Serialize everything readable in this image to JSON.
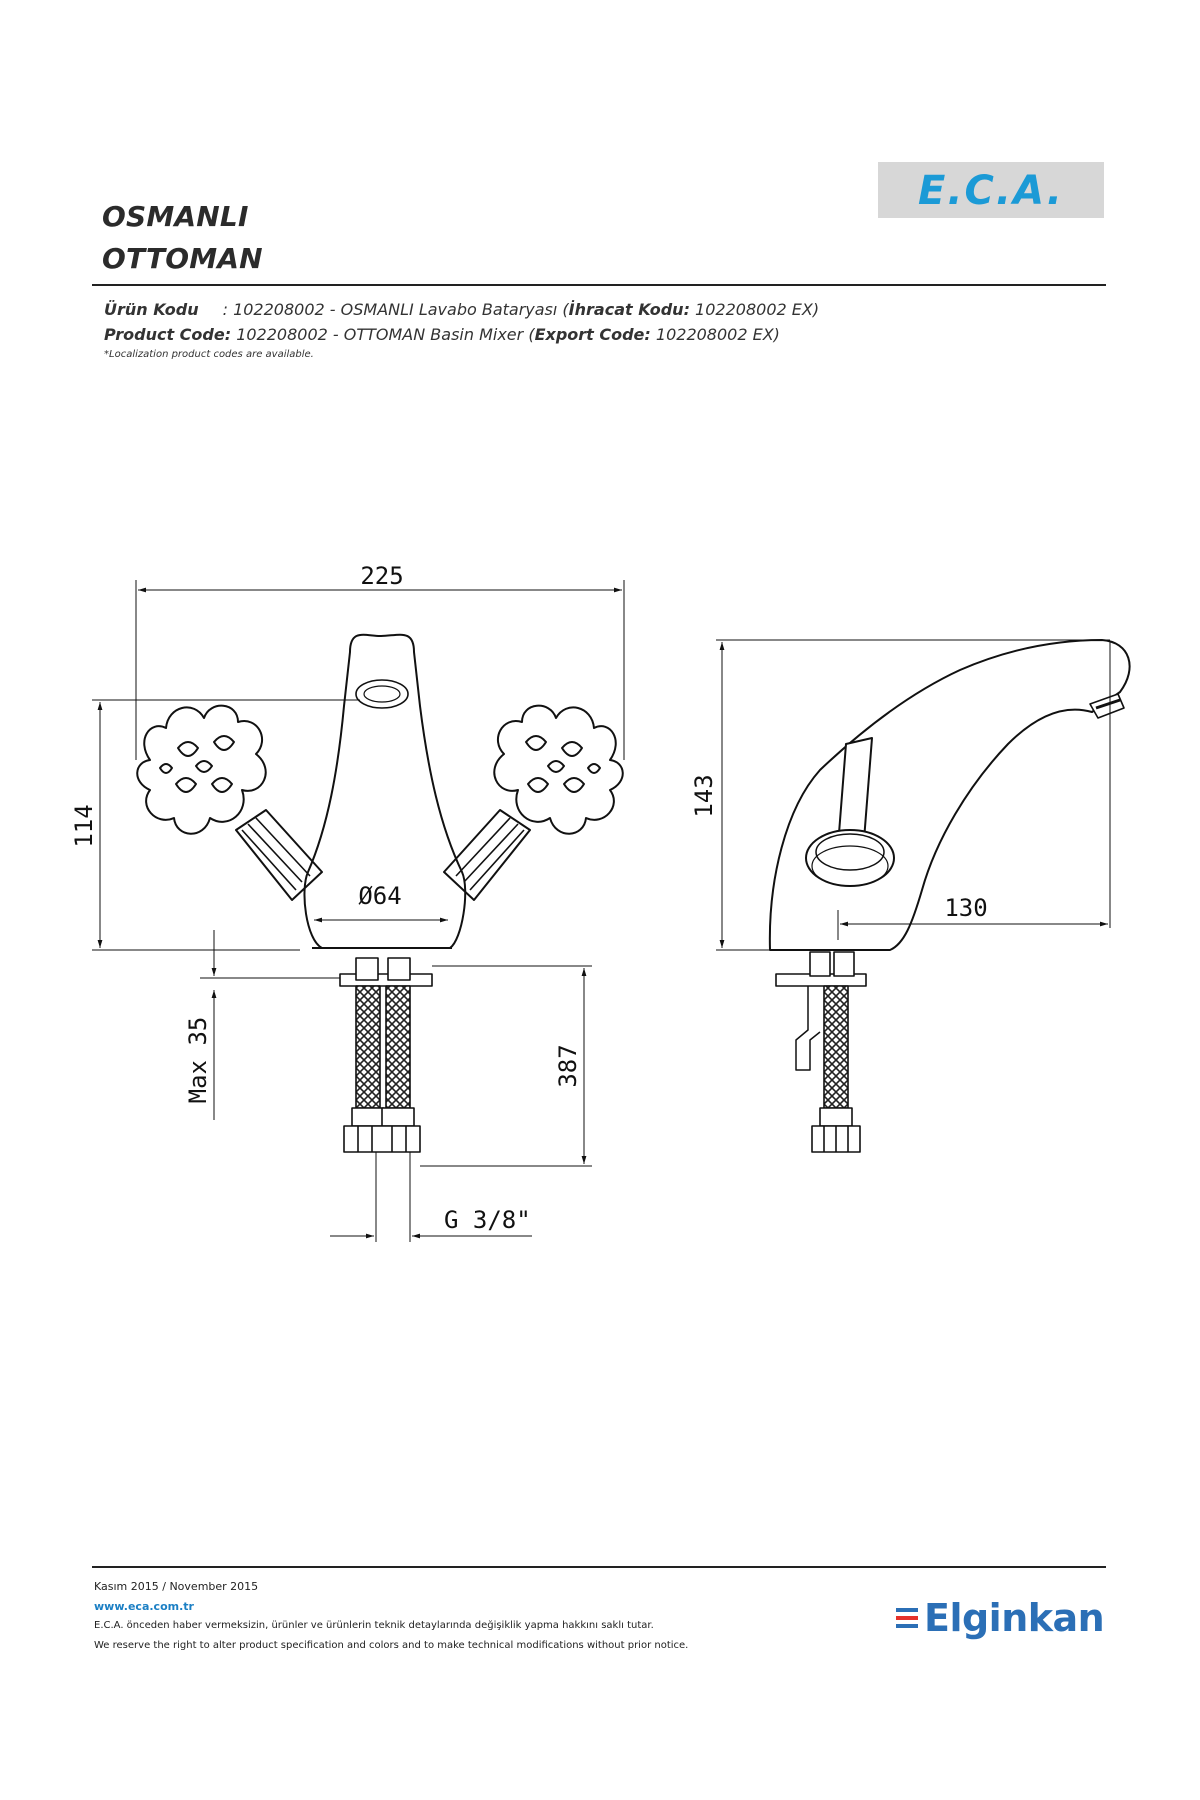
{
  "header": {
    "title_tr": "OSMANLI",
    "title_en": "OTTOMAN",
    "logo": "E.C.A.",
    "logo_color": "#1b9ad6"
  },
  "info": {
    "tr_label": "Ürün Kodu",
    "tr_value": ": 102208002 - OSMANLI Lavabo Bataryası (",
    "tr_export_label": "İhracat Kodu:",
    "tr_export_value": " 102208002 EX)",
    "en_label": "Product Code:",
    "en_value": " 102208002 - OTTOMAN Basin Mixer (",
    "en_export_label": "Export Code:",
    "en_export_value": " 102208002 EX)",
    "note": "*Localization product codes are available."
  },
  "drawing": {
    "dim_width": "225",
    "dim_height_front": "114",
    "dim_base_diameter": "Ø64",
    "dim_max_thickness": "Max 35",
    "dim_hose_length": "387",
    "dim_thread": "G 3/8\"",
    "dim_height_side": "143",
    "dim_reach": "130"
  },
  "footer": {
    "date": "Kasım 2015 / November 2015",
    "website": "www.eca.com.tr",
    "disclaimer_tr": "E.C.A. önceden haber vermeksizin, ürünler ve ürünlerin teknik detaylarında değişiklik yapma hakkını saklı tutar.",
    "disclaimer_en": "We reserve the right to alter product specification and colors and to make technical modifications without prior notice.",
    "brand": "Elginkan",
    "brand_color": "#2b6fb6"
  }
}
